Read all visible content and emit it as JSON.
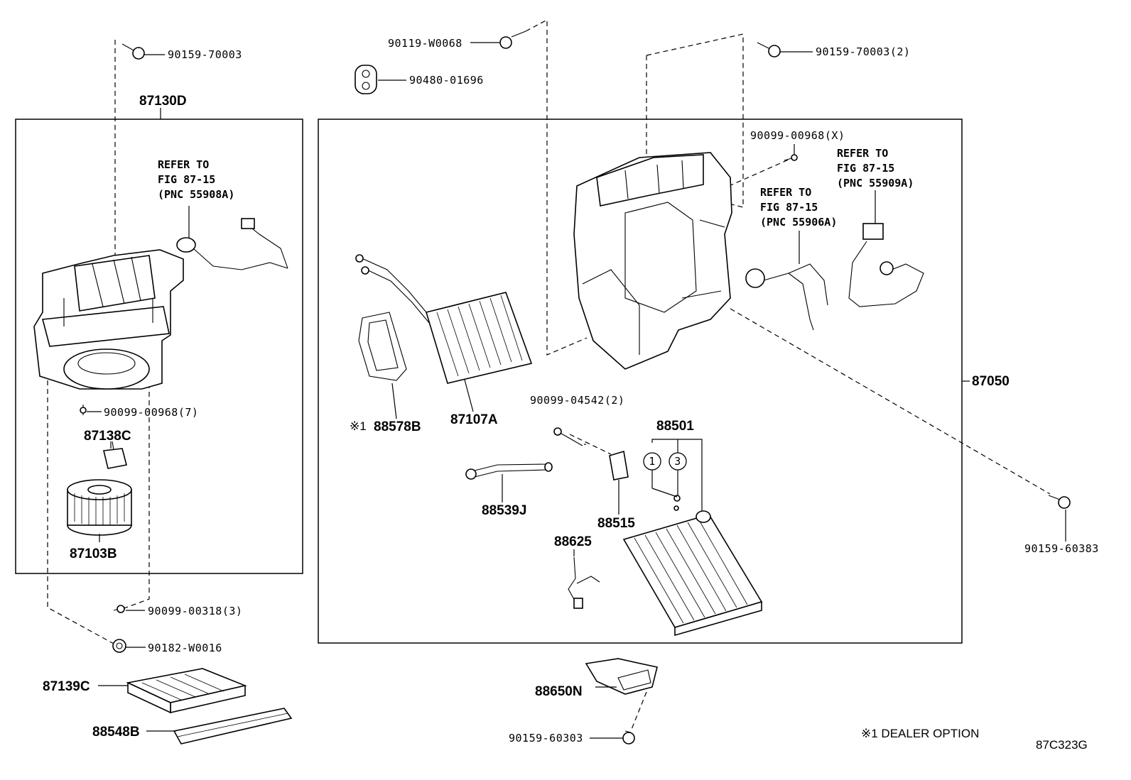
{
  "diagram": {
    "groups": {
      "left_assembly": "87130D",
      "main_assembly": "87050"
    },
    "parts": {
      "p_90159_70003": "90159-70003",
      "p_90119_w0068": "90119-W0068",
      "p_90480_01696": "90480-01696",
      "p_90159_70003_2": "90159-70003(2)",
      "p_90099_00968_x": "90099-00968(X)",
      "p_90099_00968_7": "90099-00968(7)",
      "p_87138c": "87138C",
      "p_87103b": "87103B",
      "p_90099_00318_3": "90099-00318(3)",
      "p_90182_w0016": "90182-W0016",
      "p_87139c": "87139C",
      "p_88548b": "88548B",
      "p_88578b": "88578B",
      "p_88578b_mark": "※1",
      "p_87107a": "87107A",
      "p_90099_04542_2": "90099-04542(2)",
      "p_88501": "88501",
      "p_88539j": "88539J",
      "p_88515": "88515",
      "p_88625": "88625",
      "p_88650n": "88650N",
      "p_90159_60303": "90159-60303",
      "p_90159_60383": "90159-60383"
    },
    "refs": {
      "ref_55908a": [
        "REFER TO",
        "FIG 87-15",
        "(PNC 55908A)"
      ],
      "ref_55906a": [
        "REFER TO",
        "FIG 87-15",
        "(PNC 55906A)"
      ],
      "ref_55909a": [
        "REFER TO",
        "FIG 87-15",
        "(PNC 55909A)"
      ]
    },
    "circles": {
      "c1": "1",
      "c3": "3"
    },
    "footnote": "※1 DEALER OPTION",
    "figure_code": "87C323G"
  }
}
